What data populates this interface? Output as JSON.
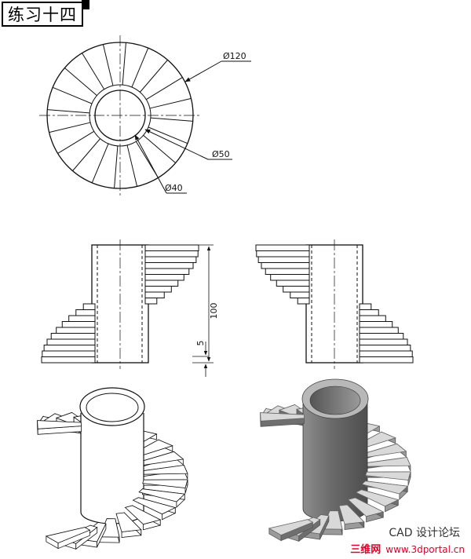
{
  "title": "练习十四",
  "dimensions": {
    "outer_diameter": "Ø120",
    "middle_diameter": "Ø50",
    "inner_diameter": "Ø40",
    "height": "100",
    "step_height": "5"
  },
  "watermark": {
    "forum": "CAD 设计论坛",
    "site_name": "三维网",
    "site_url": "www.3dportal.cn"
  },
  "colors": {
    "line": "#111111",
    "hidden": "#333333",
    "shade_dark": "#6f6f6f",
    "shade_mid": "#a8a8a8",
    "shade_light": "#d9d9d9",
    "watermark": "#e0002a"
  }
}
